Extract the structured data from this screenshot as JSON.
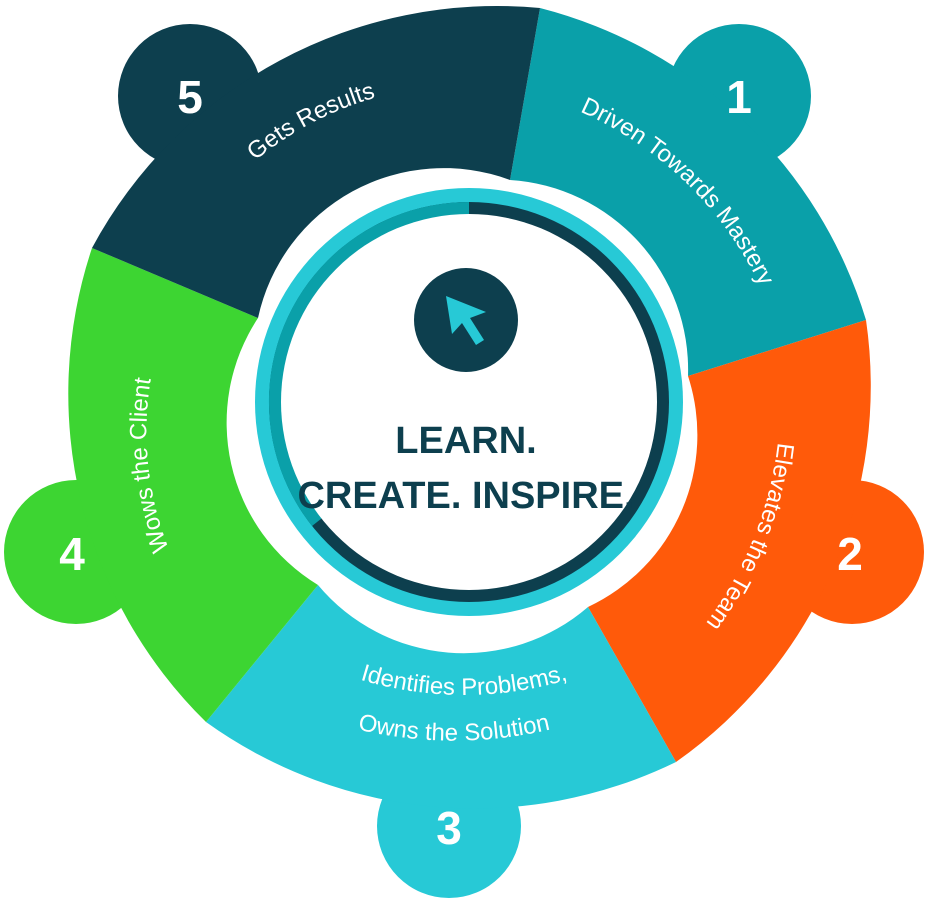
{
  "center": {
    "line1": "LEARN.",
    "line2": "CREATE. INSPIRE.",
    "icon": "cursor-arrow-icon"
  },
  "segments": [
    {
      "number": "1",
      "label": "Driven Towards Mastery",
      "color": "#0aa0a9"
    },
    {
      "number": "2",
      "label": "Elevates the Team",
      "color": "#ff5a0a"
    },
    {
      "number": "3",
      "label_lines": [
        "Identifies Problems,",
        "Owns the Solution"
      ],
      "color": "#27c9d6"
    },
    {
      "number": "4",
      "label": "Wows the Client",
      "color": "#3dd532"
    },
    {
      "number": "5",
      "label": "Gets Results",
      "color": "#0d3f4e"
    }
  ],
  "colors": {
    "dark": "#0d3f4e",
    "inner_ring": "#27c9d6",
    "center_fill": "#ffffff"
  }
}
